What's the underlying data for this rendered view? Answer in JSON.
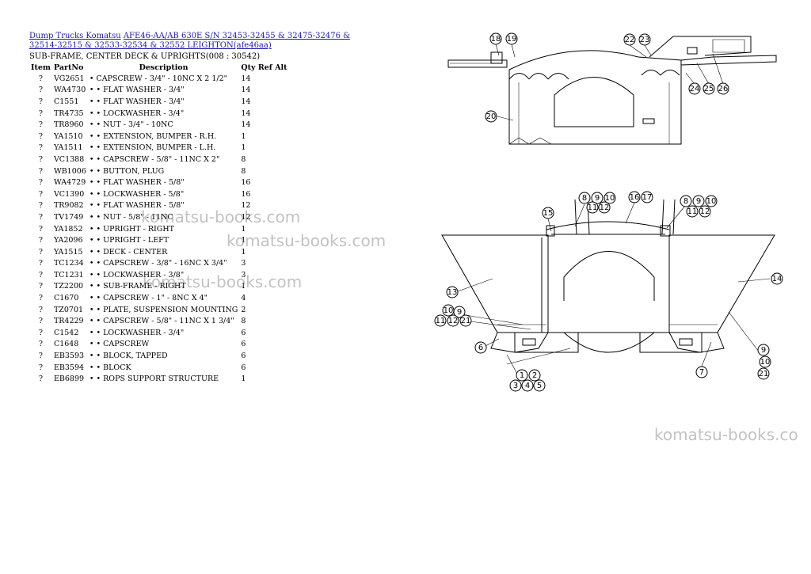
{
  "header": {
    "crumb_1": "Dump Trucks Komatsu",
    "crumb_2": "AFE46-AA/AB 630E S/N 32453-32455 & 32475-32476 & 32514-32515 & 32533-32534 & 32552 LEIGHTON(afe46aa)",
    "subtitle": "SUB-FRAME, CENTER DECK & UPRIGHTS(008 : 30542)"
  },
  "table": {
    "columns": [
      "Item",
      "PartNo",
      "Description",
      "Qty",
      "Ref",
      "Alt"
    ],
    "rows": [
      [
        "?",
        "VG2651",
        "• CAPSCREW - 3/4\" - 10NC X 2 1/2\"",
        "14"
      ],
      [
        "?",
        "WA4730",
        "• • FLAT WASHER - 3/4\"",
        "14"
      ],
      [
        "?",
        "C1551",
        "• • FLAT WASHER - 3/4\"",
        "14"
      ],
      [
        "?",
        "TR4735",
        "• • LOCKWASHER - 3/4\"",
        "14"
      ],
      [
        "?",
        "TR8960",
        "• • NUT - 3/4\" - 10NC",
        "14"
      ],
      [
        "?",
        "YA1510",
        "• • EXTENSION, BUMPER - R.H.",
        "1"
      ],
      [
        "?",
        "YA1511",
        "• • EXTENSION, BUMPER - L.H.",
        "1"
      ],
      [
        "?",
        "VC1388",
        "• • CAPSCREW - 5/8\" - 11NC X 2\"",
        "8"
      ],
      [
        "?",
        "WB1006",
        "• • BUTTON, PLUG",
        "8"
      ],
      [
        "?",
        "WA4729",
        "• • FLAT WASHER - 5/8\"",
        "16"
      ],
      [
        "?",
        "VC1390",
        "• • LOCKWASHER - 5/8\"",
        "16"
      ],
      [
        "?",
        "TR9082",
        "• • FLAT WASHER - 5/8\"",
        "12"
      ],
      [
        "?",
        "TV1749",
        "• • NUT - 5/8\" - 11NC",
        "12"
      ],
      [
        "?",
        "YA1852",
        "• • UPRIGHT - RIGHT",
        "1"
      ],
      [
        "?",
        "YA2096",
        "• • UPRIGHT - LEFT",
        "1"
      ],
      [
        "?",
        "YA1515",
        "• • DECK - CENTER",
        "1"
      ],
      [
        "?",
        "TC1234",
        "• • CAPSCREW - 3/8\" - 16NC X 3/4\"",
        "3"
      ],
      [
        "?",
        "TC1231",
        "• • LOCKWASHER - 3/8\"",
        "3"
      ],
      [
        "?",
        "TZ2200",
        "• • SUB-FRAME - RIGHT",
        "1"
      ],
      [
        "?",
        "C1670",
        "• • CAPSCREW - 1\" - 8NC X 4\"",
        "4"
      ],
      [
        "?",
        "TZ0701",
        "• • PLATE, SUSPENSION MOUNTING",
        "2"
      ],
      [
        "?",
        "TR4229",
        "• • CAPSCREW - 5/8\" - 11NC X 1 3/4\"",
        "8"
      ],
      [
        "?",
        "C1542",
        "• • LOCKWASHER - 3/4\"",
        "6"
      ],
      [
        "?",
        "C1648",
        "• • CAPSCREW",
        "6"
      ],
      [
        "?",
        "EB3593",
        "• • BLOCK, TAPPED",
        "6"
      ],
      [
        "?",
        "EB3594",
        "• • BLOCK",
        "6"
      ],
      [
        "?",
        "EB6899",
        "• • ROPS SUPPORT STRUCTURE",
        "1"
      ]
    ]
  },
  "watermark": "komatsu-books.com",
  "watermark_cut": "komatsu-books.co",
  "callouts": {
    "top": [
      "18",
      "19",
      "22",
      "23",
      "24",
      "25",
      "26",
      "20"
    ],
    "bottom": [
      "8",
      "9",
      "10",
      "16",
      "17",
      "11",
      "12",
      "8",
      "9",
      "10",
      "11",
      "12",
      "15",
      "13",
      "14",
      "10",
      "9",
      "11",
      "12",
      "21",
      "6",
      "9",
      "10",
      "21",
      "7",
      "1",
      "2",
      "3",
      "4",
      "5"
    ]
  }
}
